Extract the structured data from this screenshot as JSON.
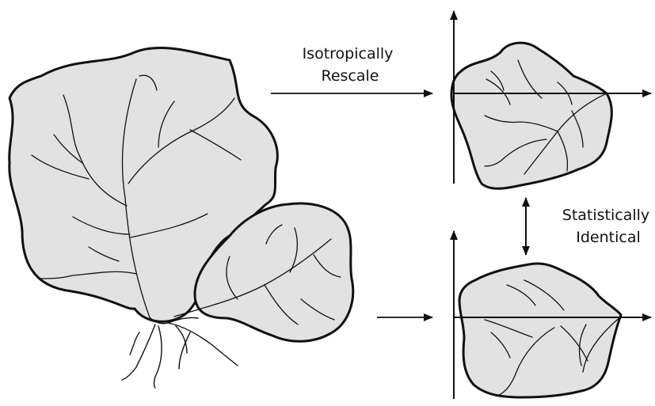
{
  "labels": {
    "rescale_line1": "Isotropically",
    "rescale_line2": "Rescale",
    "identical_line1": "Statistically",
    "identical_line2": "Identical"
  },
  "colors": {
    "leaf_fill": "#e2e2e2",
    "stroke": "#111111",
    "background": "#ffffff"
  }
}
